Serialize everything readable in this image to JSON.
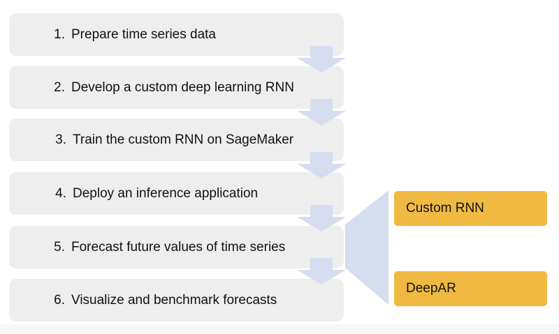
{
  "colors": {
    "step_fill": "#eeeeee",
    "arrow_fill": "#d5ddef",
    "option_fill": "#f0b941",
    "text": "#111111"
  },
  "steps": [
    {
      "number": "1.",
      "label": "Prepare time series data"
    },
    {
      "number": "2.",
      "label": "Develop a custom deep learning RNN"
    },
    {
      "number": "3.",
      "label": "Train the custom RNN on SageMaker"
    },
    {
      "number": "4.",
      "label": "Deploy an inference application"
    },
    {
      "number": "5.",
      "label": "Forecast future values of time series"
    },
    {
      "number": "6.",
      "label": "Visualize and benchmark forecasts"
    }
  ],
  "options": [
    {
      "label": "Custom RNN"
    },
    {
      "label": "DeepAR"
    }
  ]
}
